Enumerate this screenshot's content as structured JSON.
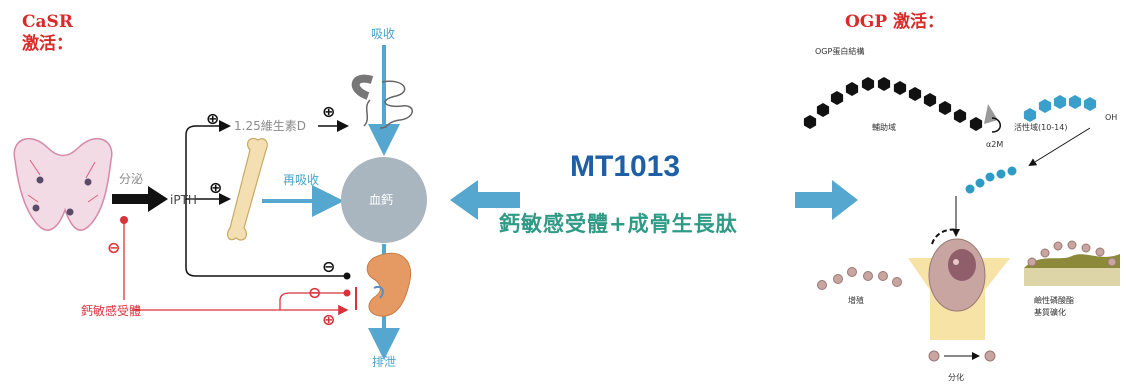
{
  "left_title": {
    "line1": "CaSR",
    "line2": "激活："
  },
  "right_title": "OGP 激活：",
  "center": {
    "title": "MT1013",
    "subtitle": "鈣敏感受體+成骨生長肽"
  },
  "labels": {
    "absorb": "吸收",
    "vitd": "1.25維生素D",
    "secrete": "分泌",
    "ipth": "iPTH",
    "reabsorb": "再吸收",
    "blood_ca": "血鈣",
    "excrete": "排泄",
    "casr": "鈣敏感受體",
    "ogp_structure": "OGP蛋白結構",
    "aux_domain": "輔助域",
    "active_domain": "活性域(10-14)",
    "a2m": "α2M",
    "proliferate": "增殖",
    "alp": "鹼性磷酸酯",
    "matrix": "基質礦化",
    "differentiate": "分化",
    "oh": "OH"
  },
  "symbols": {
    "plus": "⊕",
    "minus": "⊖"
  },
  "colors": {
    "blue": "#55a7cf",
    "red": "#d8323a",
    "navy": "#1f5fa6",
    "teal": "#2f9a86",
    "grey_circle": "#a9b6bf"
  }
}
